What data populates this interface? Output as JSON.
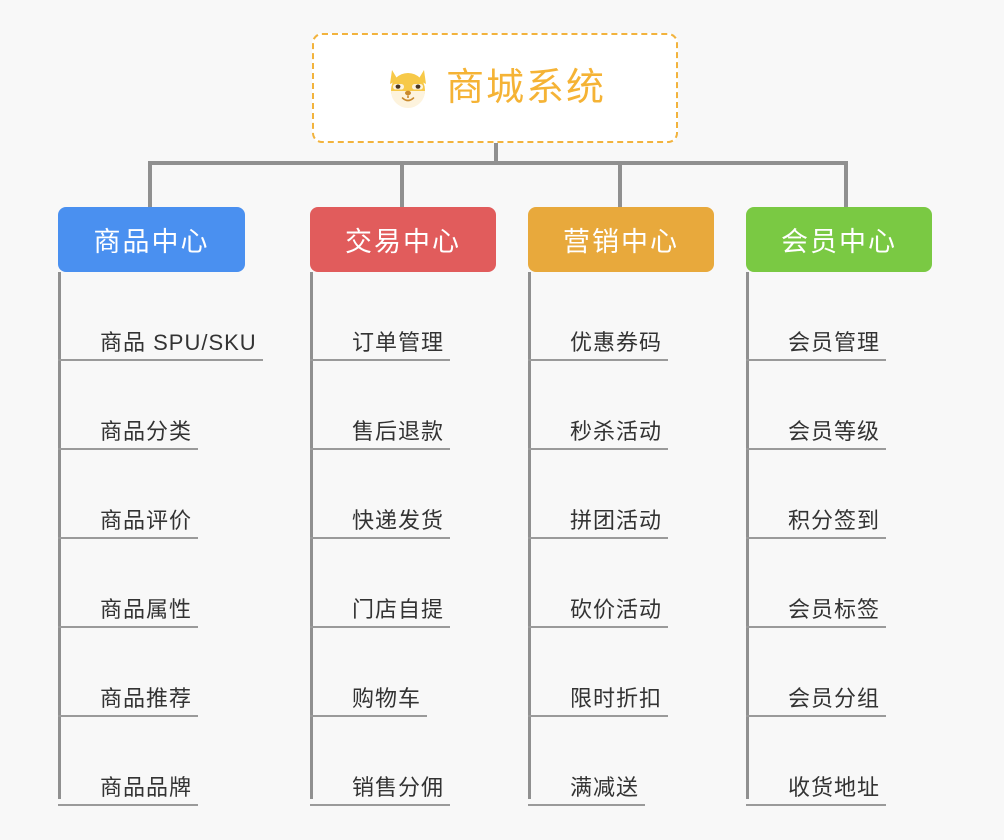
{
  "diagram": {
    "type": "organization-tree",
    "background_color": "#f8f8f8",
    "root": {
      "title": "商城系统",
      "icon": "shiba-dog-icon",
      "text_color": "#f5b335",
      "border_color": "#f2b33d",
      "background_color": "#ffffff"
    },
    "connector_color": "#909090",
    "branches": [
      {
        "label": "商品中心",
        "color": "#4a90f0",
        "leaves": [
          "商品 SPU/SKU",
          "商品分类",
          "商品评价",
          "商品属性",
          "商品推荐",
          "商品品牌"
        ]
      },
      {
        "label": "交易中心",
        "color": "#e15c5c",
        "leaves": [
          "订单管理",
          "售后退款",
          "快递发货",
          "门店自提",
          "购物车",
          "销售分佣"
        ]
      },
      {
        "label": "营销中心",
        "color": "#e8a93c",
        "leaves": [
          "优惠券码",
          "秒杀活动",
          "拼团活动",
          "砍价活动",
          "限时折扣",
          "满减送"
        ]
      },
      {
        "label": "会员中心",
        "color": "#7ac943",
        "leaves": [
          "会员管理",
          "会员等级",
          "积分签到",
          "会员标签",
          "会员分组",
          "收货地址"
        ]
      }
    ]
  }
}
